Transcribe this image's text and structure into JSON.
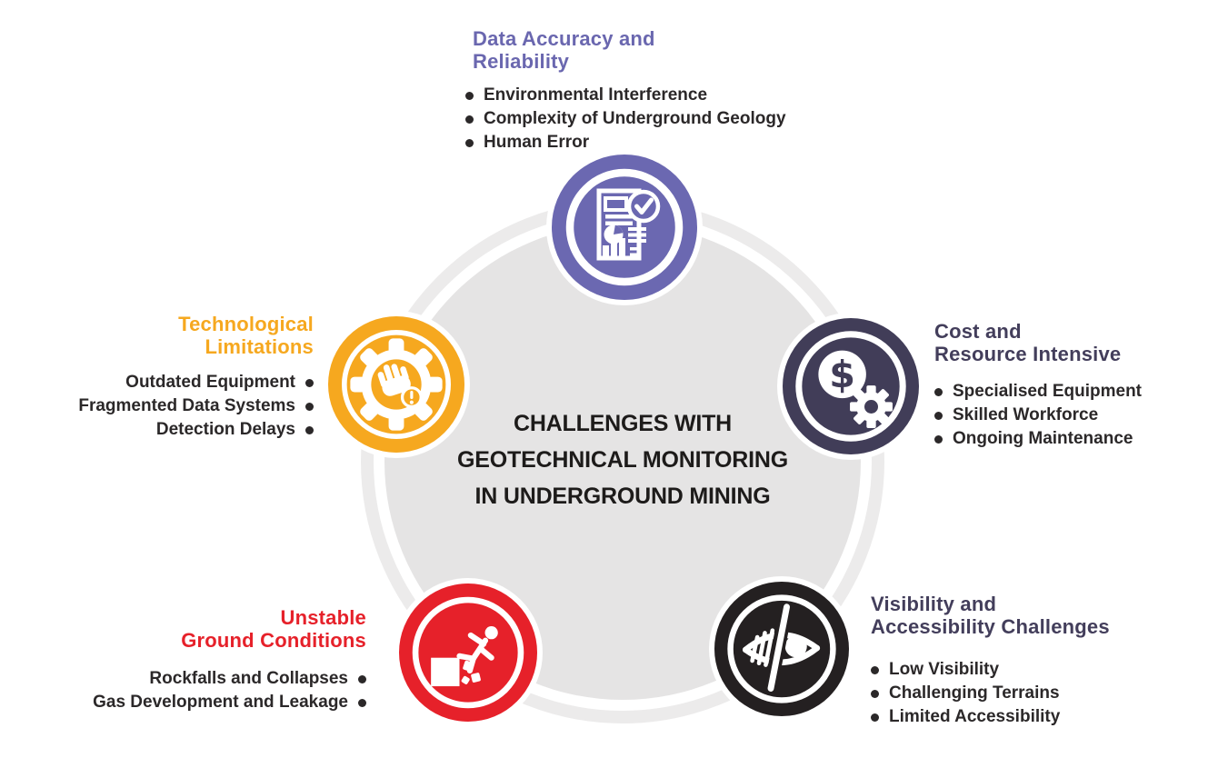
{
  "center": {
    "title_lines": [
      "CHALLENGES WITH",
      "GEOTECHNICAL MONITORING",
      "IN UNDERGROUND MINING"
    ]
  },
  "sections": [
    {
      "id": "data-accuracy",
      "title_lines": [
        "Data Accuracy and",
        "Reliability"
      ],
      "accent": "#6A67AF",
      "icon_color": "#6B68B1",
      "icon": "report-check-icon",
      "items": [
        "Environmental Interference",
        "Complexity of Underground Geology",
        "Human Error"
      ]
    },
    {
      "id": "cost-resource",
      "title_lines": [
        "Cost and",
        "Resource Intensive"
      ],
      "accent": "#433E5B",
      "icon_color": "#413D58",
      "icon": "dollar-gear-icon",
      "items": [
        "Specialised Equipment",
        "Skilled Workforce",
        "Ongoing Maintenance"
      ]
    },
    {
      "id": "technological-limitations",
      "title_lines": [
        "Technological",
        "Limitations"
      ],
      "accent": "#F6A81F",
      "icon_color": "#F6A81F",
      "icon": "gear-hand-icon",
      "items": [
        "Outdated Equipment",
        "Fragmented Data Systems",
        "Detection Delays"
      ]
    },
    {
      "id": "unstable-ground",
      "title_lines": [
        "Unstable",
        "Ground Conditions"
      ],
      "accent": "#E6212A",
      "icon_color": "#E6212A",
      "icon": "falling-rocks-icon",
      "items": [
        "Rockfalls and Collapses",
        "Gas Development and Leakage"
      ]
    },
    {
      "id": "visibility-accessibility",
      "title_lines": [
        "Visibility and",
        "Accessibility Challenges"
      ],
      "accent": "#433E5B",
      "icon_color": "#242021",
      "icon": "eye-hidden-icon",
      "items": [
        "Low Visibility",
        "Challenging Terrains",
        "Limited Accessibility"
      ]
    }
  ],
  "background_colors": {
    "center_disc": "#E5E4E4",
    "outer_ring": "#ECEBEB",
    "body_text": "#2B2829"
  }
}
